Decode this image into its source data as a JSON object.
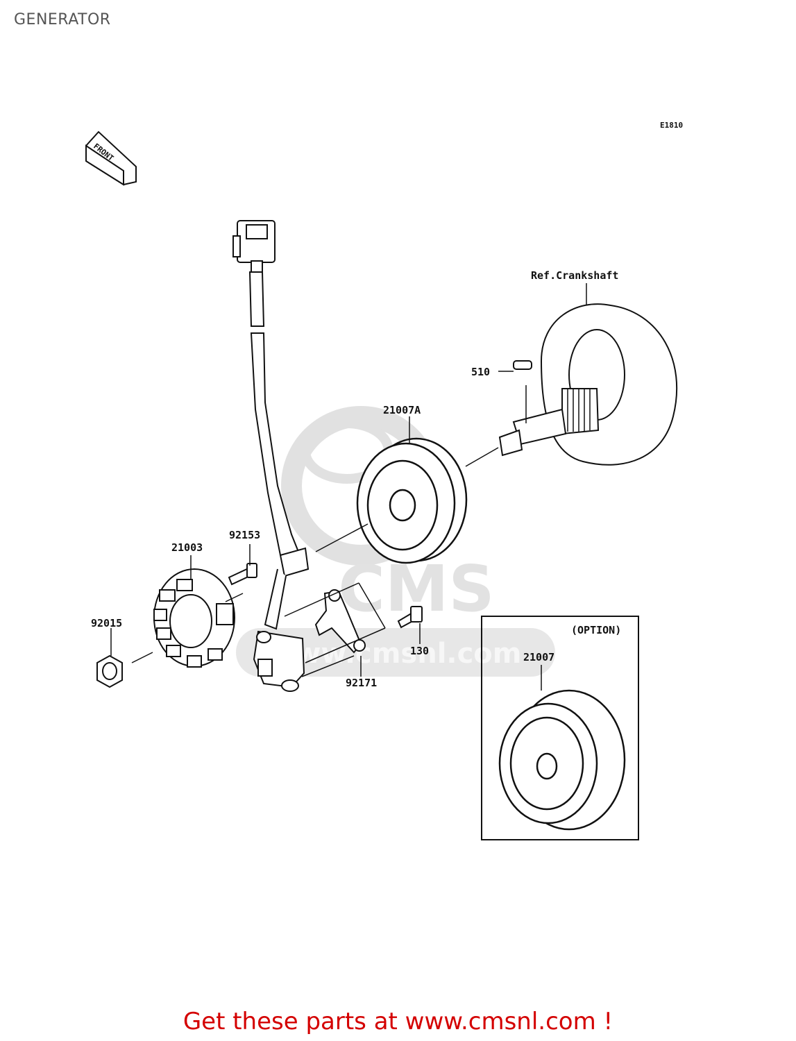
{
  "header": {
    "title": "GENERATOR"
  },
  "diagram": {
    "code": "E1810",
    "front_label": "FRONT",
    "ref_label": "Ref.Crankshaft",
    "option_label": "(OPTION)",
    "watermark": "www.cmsnl.com",
    "watermark_logo": "CMS",
    "parts": {
      "p510": "510",
      "p21007A": "21007A",
      "p92153": "92153",
      "p21003": "21003",
      "p92015": "92015",
      "p130": "130",
      "p92171": "92171",
      "p21007": "21007"
    }
  },
  "footer": {
    "cta": "Get these parts at www.cmsnl.com !"
  },
  "colors": {
    "cta": "#d40000",
    "lines": "#111111",
    "watermark": "#d8d8d8"
  }
}
